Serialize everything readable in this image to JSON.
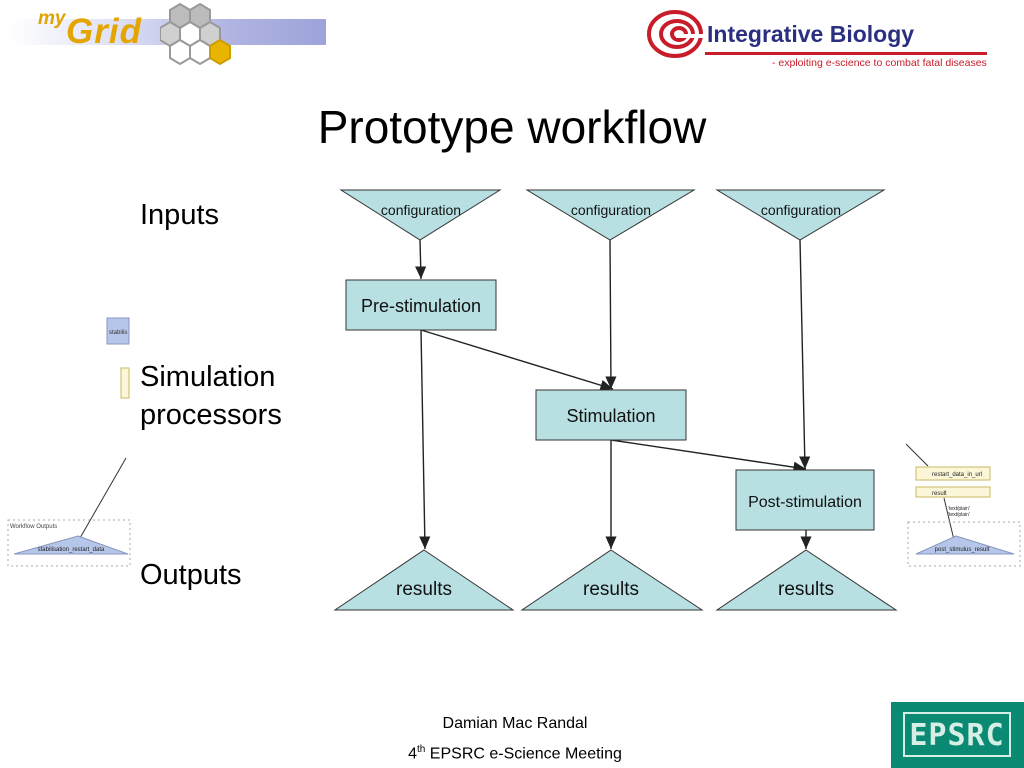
{
  "header": {
    "mygrid_logo": {
      "prefix": "my",
      "word": "Grid"
    },
    "ib_logo": {
      "name": "Integrative Biology",
      "tagline": "- exploiting e-science to combat fatal diseases"
    }
  },
  "title": "Prototype workflow",
  "row_labels": {
    "inputs": "Inputs",
    "simulation_line1": "Simulation",
    "simulation_line2": "processors",
    "outputs": "Outputs"
  },
  "diagram": {
    "inputs": [
      {
        "label": "configuration"
      },
      {
        "label": "configuration"
      },
      {
        "label": "configuration"
      }
    ],
    "processors": [
      {
        "label": "Pre-stimulation"
      },
      {
        "label": "Stimulation"
      },
      {
        "label": "Post-stimulation"
      }
    ],
    "outputs": [
      {
        "label": "results"
      },
      {
        "label": "results"
      },
      {
        "label": "results"
      }
    ],
    "colors": {
      "fill": "#b8e0e3",
      "stroke": "#333333"
    }
  },
  "background_workflow": {
    "left_box_label": "stabilis",
    "left_panel_title": "Workflow Outputs",
    "left_output": "stabilisation_restart_data",
    "right_processor": "restart_data_in_url",
    "right_port": "result",
    "right_mime": "'text/plain'",
    "right_output": "post_stimulus_result"
  },
  "footer": {
    "author": "Damian Mac Randal",
    "ordinal_number": "4",
    "ordinal_suffix": "th",
    "event": " EPSRC e-Science Meeting"
  },
  "epsrc_logo": "EPSRC"
}
